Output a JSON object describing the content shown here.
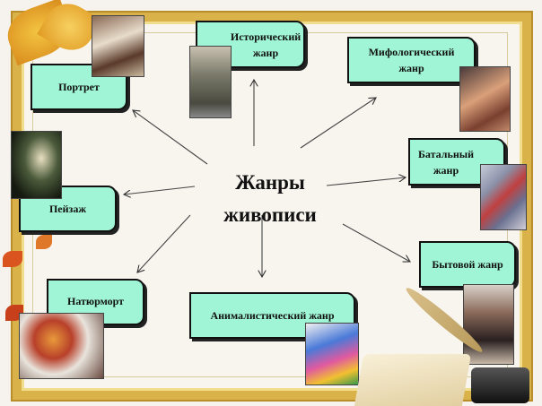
{
  "title": "Жанры живописи",
  "title_lines": [
    "Жанры",
    "живописи"
  ],
  "genres": [
    {
      "id": "portrait",
      "label": "Портрет"
    },
    {
      "id": "historical",
      "label": "Исторический жанр"
    },
    {
      "id": "mythological",
      "label": "Мифологический жанр"
    },
    {
      "id": "battle",
      "label": "Батальный жанр"
    },
    {
      "id": "landscape",
      "label": "Пейзаж"
    },
    {
      "id": "everyday",
      "label": "Бытовой жанр"
    },
    {
      "id": "still-life",
      "label": "Натюрморт"
    },
    {
      "id": "animal",
      "label": "Анималистический жанр"
    }
  ],
  "colors": {
    "box_fill": "#9ff5d5",
    "frame": "#d9b24a",
    "background": "#f6f3ee"
  }
}
